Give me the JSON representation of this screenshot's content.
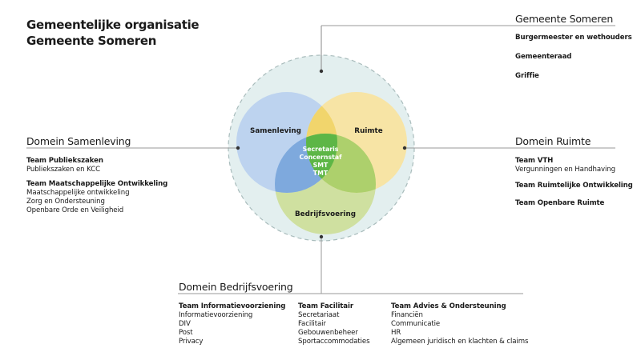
{
  "title": {
    "line1": "Gemeentelijke organisatie",
    "line2": "Gemeente Someren"
  },
  "colors": {
    "outer_circle": "#e3efef",
    "samenleving": "#b9d0ee",
    "ruimte": "#f7e3a1",
    "bedrijfsvoering": "#c9dc92",
    "overlap_sam_ruimte": "#f2d56a",
    "overlap_sam_bedr": "#7ba8de",
    "overlap_ruimte_bedr": "#a8cc6a",
    "center": "#5cb545",
    "lines": "#9a9a9a"
  },
  "venn": {
    "samenleving": "Samenleving",
    "ruimte": "Ruimte",
    "bedrijfsvoering": "Bedrijfsvoering",
    "center_lines": [
      "Secretaris",
      "Concernstaf",
      "SMT",
      "TMT"
    ]
  },
  "gemeente": {
    "heading": "Gemeente Someren",
    "items": [
      "Burgermeester en wethouders",
      "Gemeenteraad",
      "Griffie"
    ]
  },
  "samenleving": {
    "heading": "Domein Samenleving",
    "teams": [
      {
        "name": "Team Publiekszaken",
        "items": [
          "Publiekszaken en KCC"
        ]
      },
      {
        "name": "Team Maatschappelijke Ontwikkeling",
        "items": [
          "Maatschappelijke ontwikkeling",
          "Zorg en Ondersteuning",
          "Openbare Orde en Veiligheid"
        ]
      }
    ]
  },
  "ruimte": {
    "heading": "Domein Ruimte",
    "teams": [
      {
        "name": "Team VTH",
        "items": [
          "Vergunningen en Handhaving"
        ]
      },
      {
        "name": "Team Ruimtelijke Ontwikkeling",
        "items": []
      },
      {
        "name": "Team Openbare Ruimte",
        "items": []
      }
    ]
  },
  "bedrijfsvoering": {
    "heading": "Domein Bedrijfsvoering",
    "teams": [
      {
        "name": "Team Informatievoorziening",
        "items": [
          "Informatievoorziening",
          "DIV",
          "Post",
          "Privacy"
        ]
      },
      {
        "name": "Team Facilitair",
        "items": [
          "Secretariaat",
          "Facilitair",
          "Gebouwenbeheer",
          "Sportaccommodaties"
        ]
      },
      {
        "name": "Team Advies & Ondersteuning",
        "items": [
          "Financiën",
          "Communicatie",
          "HR",
          "Algemeen juridisch en klachten & claims"
        ]
      }
    ]
  }
}
